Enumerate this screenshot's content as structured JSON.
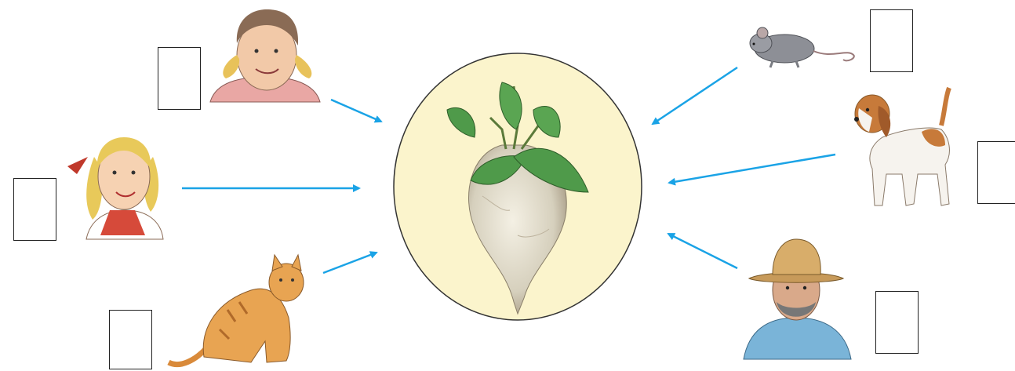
{
  "scene": {
    "center": {
      "label": "turnip",
      "fill": "#fbf4cc",
      "stroke": "#333333"
    },
    "characters": [
      {
        "name": "grandmother"
      },
      {
        "name": "granddaughter"
      },
      {
        "name": "cat"
      },
      {
        "name": "mouse"
      },
      {
        "name": "dog"
      },
      {
        "name": "grandfather"
      }
    ],
    "answer_boxes": [
      "",
      "",
      "",
      "",
      "",
      ""
    ],
    "arrow_color": "#1aa3e6"
  }
}
